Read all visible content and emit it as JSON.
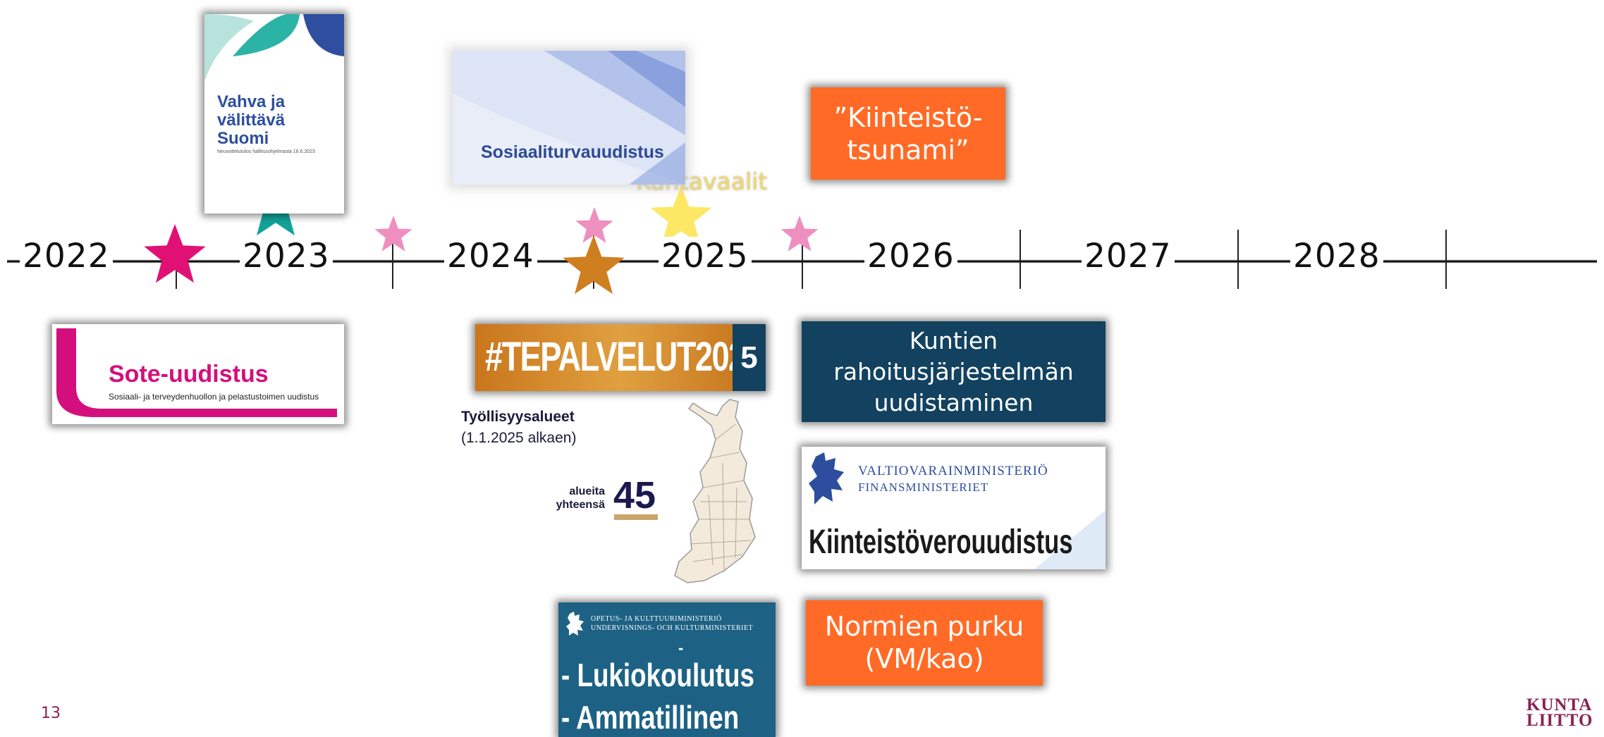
{
  "timeline": {
    "years": [
      "2022",
      "2023",
      "2024",
      "2025",
      "2026",
      "2027",
      "2028"
    ],
    "star_colors": {
      "magenta": "#e01075",
      "teal": "#13a39a",
      "pink": "#ef8fbf",
      "orange": "#cf7e20",
      "yellow": "#fde866"
    },
    "kuntavaalit_label": "Kuntavaalit"
  },
  "items": {
    "vahva_title_lines": [
      "Vahva ja",
      "välittävä",
      "Suomi"
    ],
    "vahva_subtitle": "Neuvottelutulos hallitusohjelmasta 16.6.2023",
    "sosiaaliturva": "Sosiaaliturvauudistus",
    "kiinteisto_tsunami_lines": [
      "”Kiinteistö-",
      "tsunami”"
    ],
    "sote_title": "Sote-uudistus",
    "sote_subtitle": "Sosiaali- ja terveydenhuollon ja pelastustoimen uudistus",
    "tepalvelut_main": "#TEPALVELUT202",
    "tepalvelut_last": "5",
    "tyollisyys_title": "Työllisyysalueet",
    "tyollisyys_sub": "(1.1.2025 alkaen)",
    "alueita_label_lines": [
      "alueita",
      "yhteensä"
    ],
    "alueita_count": "45",
    "rahoitus_lines": [
      "Kuntien",
      "rahoitusjärjestelmän",
      "uudistaminen"
    ],
    "vm_line1": "VALTIOVARAINMINISTERIÖ",
    "vm_line2": "FINANSMINISTERIET",
    "kiinteistovero": "Kiinteistöverouudistus",
    "okm_line1": "OPETUS- JA KULTTUURIMINISTERIÖ",
    "okm_line2": "UNDERVISNINGS- OCH KULTURMINISTERIET",
    "okm_dash": "-",
    "okm_item1": "- Lukiokoulutus",
    "okm_item2": "- Ammatillinen",
    "normien_lines": [
      "Normien purku",
      "(VM/kao)"
    ]
  },
  "footer": {
    "page_number": "13",
    "logo_lines": [
      "KUNTA",
      "LIITTO"
    ]
  },
  "colors": {
    "orange_box": "#ff6b26",
    "dark_blue_box": "#12425f",
    "sote_magenta": "#d40f7d",
    "logo": "#8a2352"
  }
}
